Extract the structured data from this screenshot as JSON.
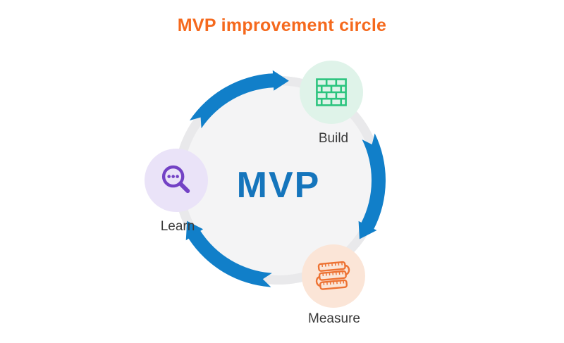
{
  "title": "MVP improvement circle",
  "center_label": "MVP",
  "nodes": [
    {
      "id": "build",
      "label": "Build",
      "icon": "brick-wall-icon",
      "bg": "#DFF3E9",
      "color": "#2BC47E"
    },
    {
      "id": "learn",
      "label": "Learn",
      "icon": "magnifier-dots-icon",
      "bg": "#EAE3F8",
      "color": "#7342C5"
    },
    {
      "id": "measure",
      "label": "Measure",
      "icon": "measuring-tape-icon",
      "bg": "#FBE5D7",
      "color": "#ED7233"
    }
  ],
  "cycle": {
    "direction": "clockwise",
    "sequence": [
      "Learn",
      "Build",
      "Measure"
    ]
  },
  "colors": {
    "background": "#FFFFFF",
    "title": "#F5691D",
    "center_text": "#1575BC",
    "arrow": "#117FC9",
    "ring_rim": "#E9E9EB",
    "ring_disc": "#F4F4F5",
    "label": "#3B3B3B"
  }
}
